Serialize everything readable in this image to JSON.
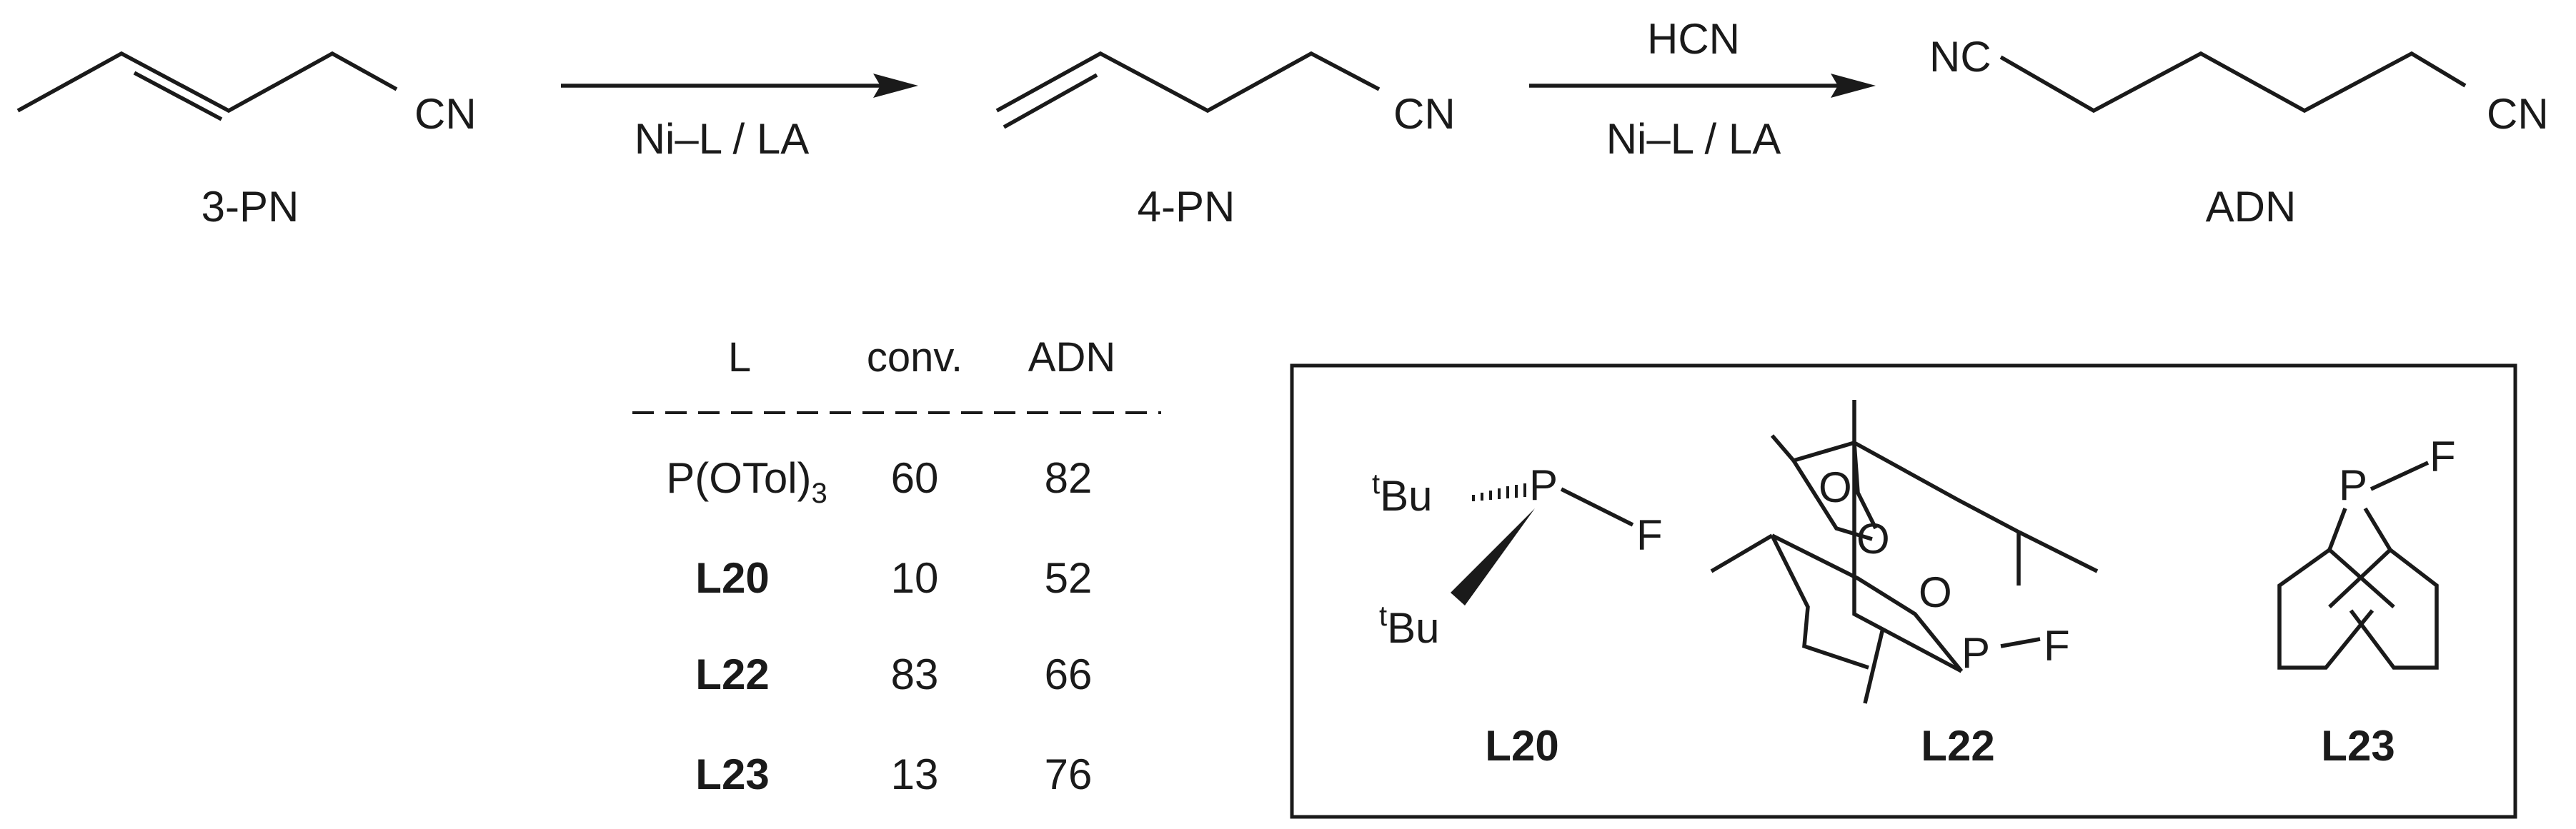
{
  "scheme": {
    "compounds": [
      {
        "id": "3pn",
        "label": "3-PN",
        "group": "CN"
      },
      {
        "id": "4pn",
        "label": "4-PN",
        "group": "CN"
      },
      {
        "id": "adn",
        "label": "ADN",
        "group_left": "NC",
        "group_right": "CN"
      }
    ],
    "arrows": [
      {
        "above": "",
        "below": "Ni–L / LA"
      },
      {
        "above": "HCN",
        "below": "Ni–L / LA"
      }
    ]
  },
  "table": {
    "headers": [
      "L",
      "conv.",
      "ADN"
    ],
    "rows": [
      {
        "ligand": "P(OTol)",
        "ligand_sub": "3",
        "bold": false,
        "conv": "60",
        "adn": "82"
      },
      {
        "ligand": "L20",
        "ligand_sub": "",
        "bold": true,
        "conv": "10",
        "adn": "52"
      },
      {
        "ligand": "L22",
        "ligand_sub": "",
        "bold": true,
        "conv": "83",
        "adn": "66"
      },
      {
        "ligand": "L23",
        "ligand_sub": "",
        "bold": true,
        "conv": "13",
        "adn": "76"
      }
    ]
  },
  "ligands": {
    "l20": {
      "name": "L20",
      "p": "P",
      "f": "F",
      "tbu_sup": "t",
      "tbu": "Bu"
    },
    "l22": {
      "name": "L22",
      "o": "O",
      "p": "P",
      "f": "F"
    },
    "l23": {
      "name": "L23",
      "p": "P",
      "f": "F"
    }
  }
}
